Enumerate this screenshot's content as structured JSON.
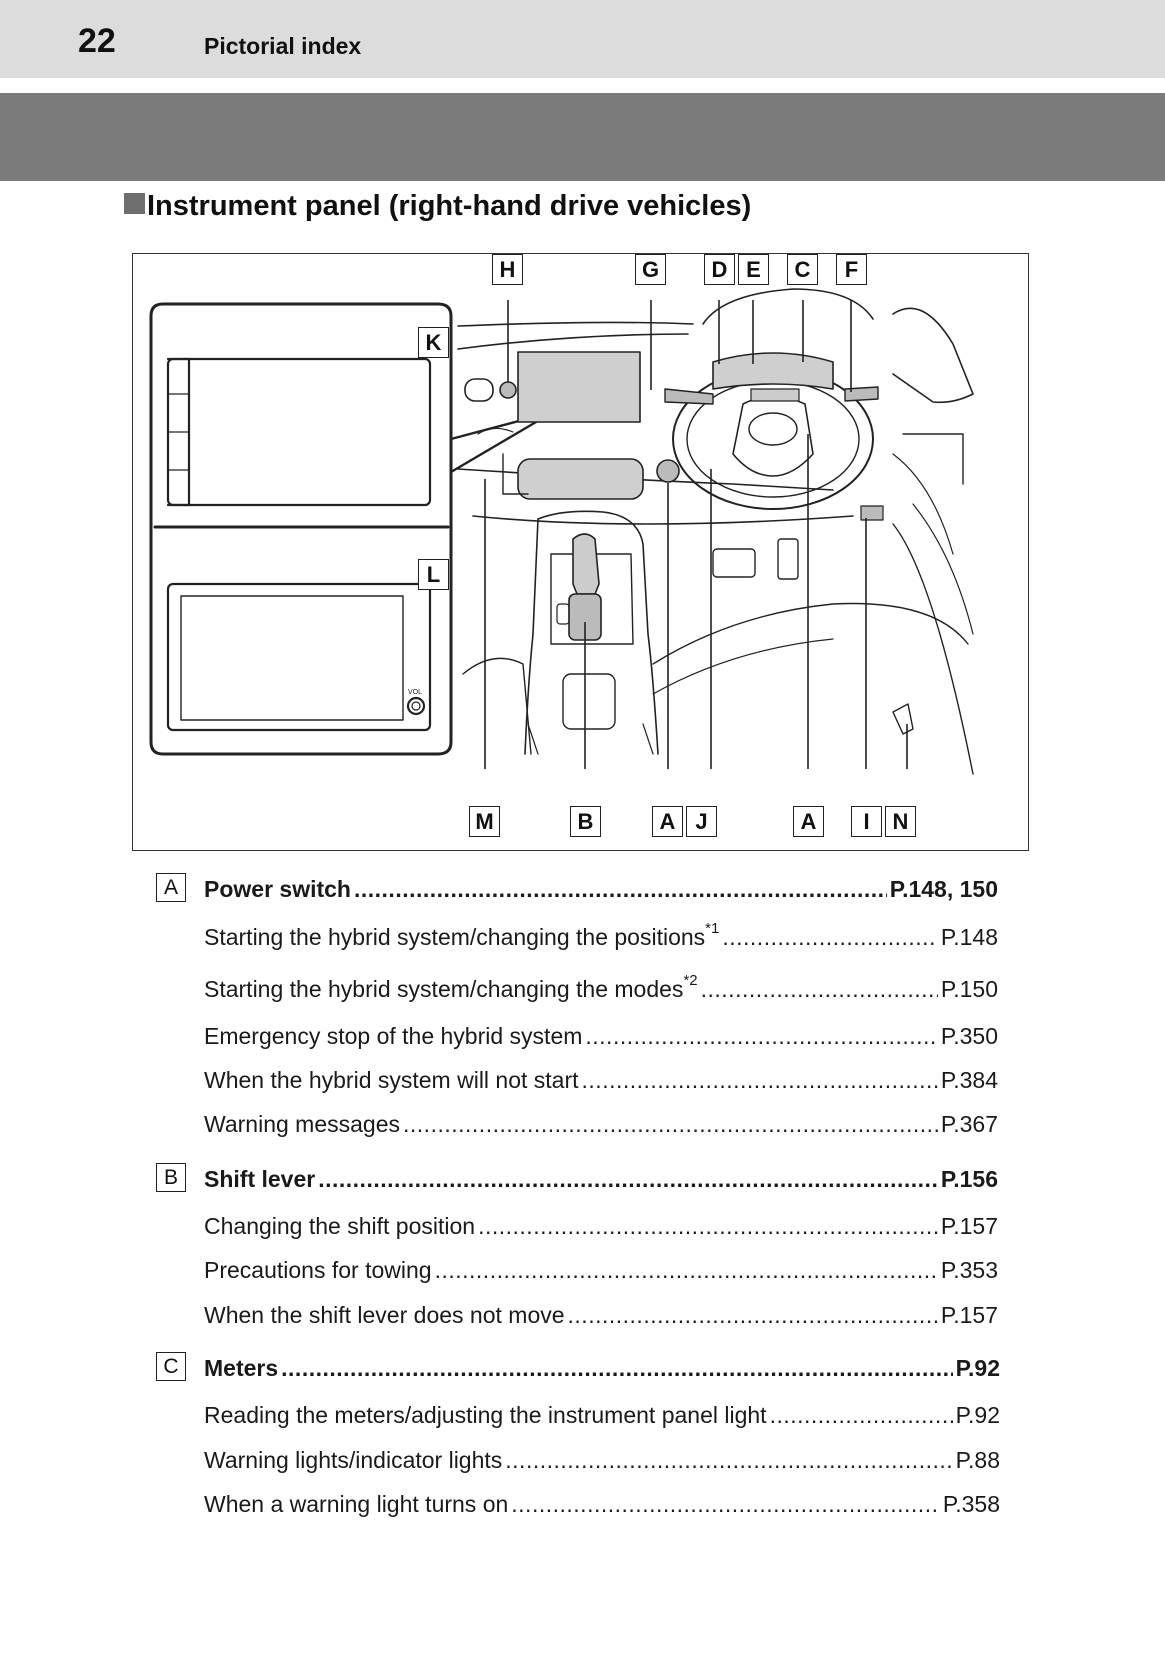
{
  "header": {
    "page_number": "22",
    "title": "Pictorial index"
  },
  "section": {
    "heading": "Instrument panel (right-hand drive vehicles)"
  },
  "diagram": {
    "callouts": [
      "H",
      "G",
      "D",
      "E",
      "C",
      "F",
      "K",
      "L",
      "M",
      "B",
      "A",
      "J",
      "A",
      "I",
      "N"
    ],
    "screen_labels": {
      "vol": "VOL"
    }
  },
  "items": [
    {
      "letter": "A",
      "title": "Power switch",
      "page": "P.148, 150",
      "subs": [
        {
          "text": "Starting the hybrid system/changing the positions",
          "sup": "*1",
          "page": "P.148"
        },
        {
          "text": "Starting the hybrid system/changing the modes",
          "sup": "*2",
          "page": "P.150"
        },
        {
          "text": "Emergency stop of the hybrid system",
          "sup": "",
          "page": "P.350"
        },
        {
          "text": "When the hybrid system will not start",
          "sup": "",
          "page": "P.384"
        },
        {
          "text": "Warning messages",
          "sup": "",
          "page": "P.367"
        }
      ]
    },
    {
      "letter": "B",
      "title": "Shift lever",
      "page": "P.156",
      "subs": [
        {
          "text": "Changing the shift position",
          "sup": "",
          "page": "P.157"
        },
        {
          "text": "Precautions for towing",
          "sup": "",
          "page": "P.353"
        },
        {
          "text": "When the shift lever does not move",
          "sup": "",
          "page": "P.157"
        }
      ]
    },
    {
      "letter": "C",
      "title": "Meters",
      "page": "P.92",
      "subs": [
        {
          "text": "Reading the meters/adjusting the instrument panel light",
          "sup": "",
          "page": "P.92"
        },
        {
          "text": "Warning lights/indicator lights",
          "sup": "",
          "page": "P.88"
        },
        {
          "text": "When a warning light turns on",
          "sup": "",
          "page": "P.358"
        }
      ]
    }
  ]
}
